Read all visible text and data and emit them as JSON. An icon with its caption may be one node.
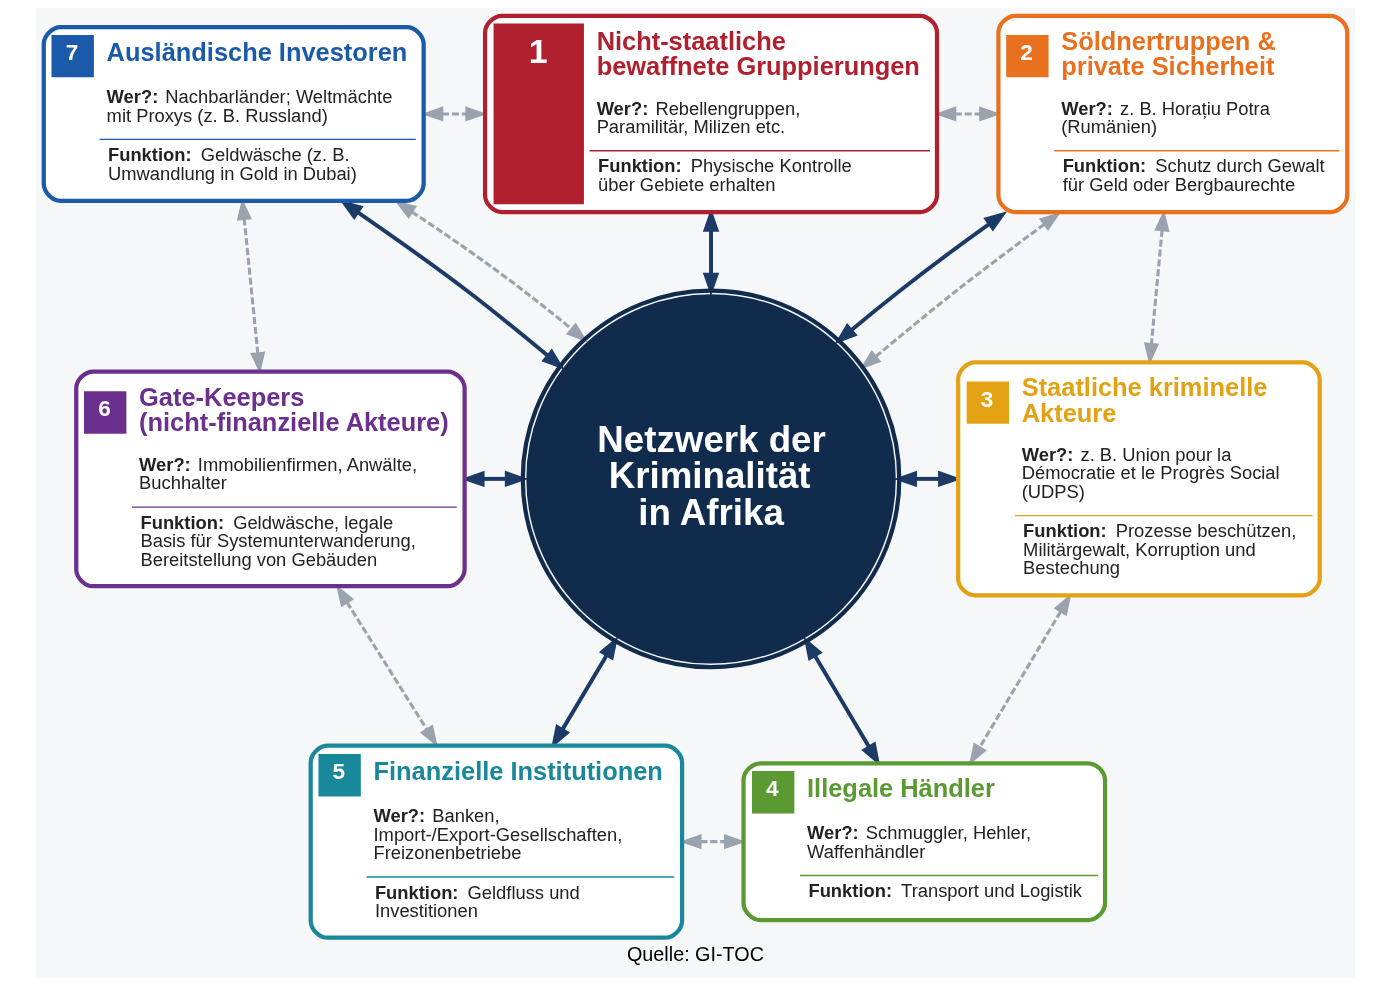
{
  "diagram": {
    "caption": "Quelle: GI-TOC",
    "nodes": [
      {
        "text": [
          "1",
          "Nicht-staatliche bewaffnete Gruppierungen",
          "**Wer?:** Rebellengruppen, Paramilitär, Milizen etc.",
          "**Funktion:** Physische Kontrolle über Gebiete erhalten"
        ]
      },
      {
        "text": [
          "2",
          "Söldnertruppen & private Sicherheit",
          "**Wer?:** z. B. Horațiu Potra (Rumänien)",
          "**Funktion:** Schutz durch Gewalt für Geld oder Bergbaurechte"
        ]
      },
      {
        "text": [
          "3",
          "Staatliche kriminelle Akteure",
          "**Wer?:** z. B. Union pour la Démocratie et le Progrès Social (UDPS)",
          "**Funktion:** Prozesse beschützen, Militärgewalt, Korruption und Bestechung"
        ]
      },
      {
        "text": [
          "4",
          "Illegale Händler",
          "**Wer?:** Schmuggler, Hehler, Waffenhändler",
          "**Funktion:** Transport und Logistik"
        ]
      },
      {
        "text": [
          "5",
          "Finanzielle Institutionen",
          "**Wer?:** Banken, Import-/Export-Gesellschaften, Freizonenbetriebe",
          "**Funktion:** Geldfluss und Investitionen"
        ]
      },
      {
        "text": [
          "6",
          "Gate-Keepers (nicht-finanzielle Akteure)",
          "**Wer?:** Immobilienfirmen, Anwälte, Buchhalter",
          "**Funktion:** Geldwäsche, legale Basis für Systemunterwanderung, Bereitstellung von Gebäuden"
        ]
      },
      {
        "text": [
          "7",
          "Ausländische Investoren",
          "**Wer?:** Nachbarländer; Weltmächte mit Proxys (z. B. Russland)",
          "**Funktion:** Geldwäsche (z. B. Umwandlung in Gold in Dubai)"
        ]
      },
      {
        "text": [
          "Netzwerk der Kriminalität in Afrika"
        ]
      }
    ],
    "edges": [
      {
        "from": 0,
        "to": 7,
        "arrow": "both",
        "color": "#1c3a66"
      },
      {
        "from": 1,
        "to": 7,
        "arrow": "both",
        "color": "#1c3a66"
      },
      {
        "from": 7,
        "to": 2,
        "arrow": "both",
        "color": "#1c3a66"
      },
      {
        "from": 7,
        "to": 3,
        "arrow": "both",
        "color": "#1c3a66"
      },
      {
        "from": 7,
        "to": 4,
        "arrow": "both",
        "color": "#1c3a66"
      },
      {
        "from": 5,
        "to": 7,
        "arrow": "both",
        "color": "#1c3a66"
      },
      {
        "from": 6,
        "to": 7,
        "arrow": "both",
        "color": "#1c3a66"
      },
      {
        "from": 0,
        "to": 1,
        "arrow": "both",
        "style": "dashed"
      },
      {
        "from": 1,
        "to": 2,
        "arrow": "both",
        "style": "dashed"
      },
      {
        "from": 2,
        "to": 3,
        "arrow": "both",
        "style": "dashed"
      },
      {
        "from": 4,
        "to": 3,
        "arrow": "both",
        "style": "dashed"
      },
      {
        "from": 5,
        "to": 4,
        "arrow": "both",
        "style": "dashed"
      },
      {
        "from": 6,
        "to": 5,
        "arrow": "both",
        "style": "dashed"
      },
      {
        "from": 6,
        "to": 0,
        "arrow": "both",
        "style": "dashed"
      },
      {
        "from": 6,
        "to": 7,
        "arrow": "both",
        "style": "dashed"
      },
      {
        "from": 1,
        "to": 7,
        "arrow": "both",
        "style": "dashed"
      }
    ]
  }
}
